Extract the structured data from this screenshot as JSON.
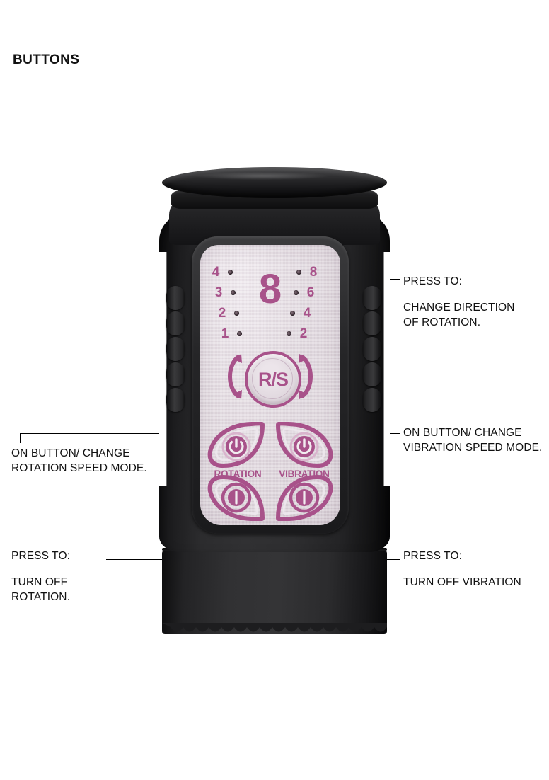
{
  "page": {
    "heading": "BUTTONS",
    "background_color": "#ffffff",
    "accent_purple": "#a8528a",
    "panel_color": "#ded5dc",
    "body_color": "#2c2c2e",
    "leader_line_color": "#000000"
  },
  "device": {
    "type": "handheld remote control unit",
    "panel": {
      "big_digit": "8",
      "rotation_scale": [
        "4",
        "3",
        "2",
        "1"
      ],
      "vibration_scale": [
        "8",
        "6",
        "4",
        "2"
      ],
      "direction_button_label": "R/S",
      "button_group_labels": {
        "rotation": "ROTATION",
        "vibration": "VIBRATION"
      },
      "icons": {
        "rotation_on": "power-icon",
        "vibration_on": "power-icon",
        "rotation_off": "off-bar-icon",
        "vibration_off": "off-bar-icon",
        "direction": "rotate-arrows-icon"
      }
    }
  },
  "annotations": [
    {
      "id": "change-direction",
      "line1": "PRESS TO:",
      "line2": "CHANGE DIRECTION",
      "line3": "OF ROTATION.",
      "side": "right"
    },
    {
      "id": "vibration-on",
      "line1": "ON BUTTON/ CHANGE",
      "line2": "VIBRATION SPEED MODE.",
      "side": "right"
    },
    {
      "id": "rotation-on",
      "line1": "ON BUTTON/ CHANGE",
      "line2": "ROTATION SPEED MODE.",
      "side": "left"
    },
    {
      "id": "rotation-off",
      "line1": "PRESS TO:",
      "line2": "TURN OFF",
      "line3": "ROTATION.",
      "side": "left"
    },
    {
      "id": "vibration-off",
      "line1": "PRESS TO:",
      "line2": "TURN OFF VIBRATION",
      "side": "right"
    }
  ]
}
